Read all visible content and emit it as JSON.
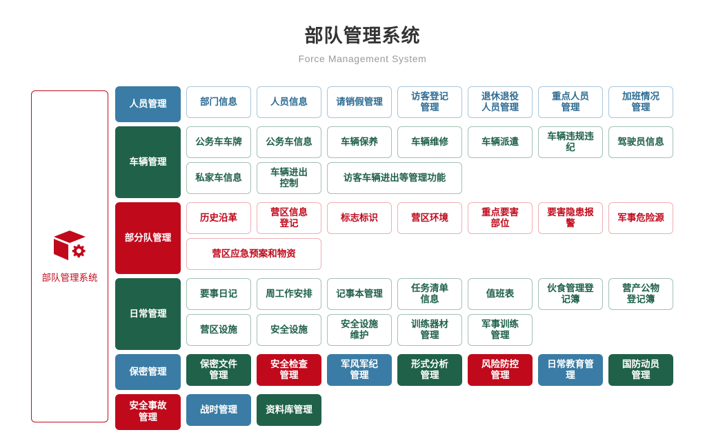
{
  "header": {
    "title": "部队管理系统",
    "subtitle": "Force Management System"
  },
  "sidebar": {
    "logo_icon": "cube-gear-icon",
    "label": "部队管理系统",
    "accent": "#c00a1c"
  },
  "palette": {
    "blue": "#3a7ca5",
    "green": "#20614a",
    "red": "#c00a1c",
    "blue_border": "#a9c4d8",
    "green_border": "#a3c0b4",
    "red_border": "#eeaeb4",
    "title": "#333333",
    "subtitle": "#9a9a9a"
  },
  "categories": [
    {
      "label": "人员管理",
      "style": "fill-blue",
      "items": [
        {
          "label": "部门信息",
          "style": "out-blue",
          "width": "w1"
        },
        {
          "label": "人员信息",
          "style": "out-blue",
          "width": "w1"
        },
        {
          "label": "请销假管理",
          "style": "out-blue",
          "width": "w1"
        },
        {
          "label": "访客登记\n管理",
          "style": "out-blue",
          "width": "w1"
        },
        {
          "label": "退休退役\n人员管理",
          "style": "out-blue",
          "width": "w1"
        },
        {
          "label": "重点人员\n管理",
          "style": "out-blue",
          "width": "w1"
        },
        {
          "label": "加班情况\n管理",
          "style": "out-blue",
          "width": "w1"
        }
      ]
    },
    {
      "label": "车辆管理",
      "style": "fill-green",
      "items": [
        {
          "label": "公务车车牌",
          "style": "out-green",
          "width": "w1"
        },
        {
          "label": "公务车信息",
          "style": "out-green",
          "width": "w1"
        },
        {
          "label": "车辆保养",
          "style": "out-green",
          "width": "w1"
        },
        {
          "label": "车辆维修",
          "style": "out-green",
          "width": "w1"
        },
        {
          "label": "车辆派遣",
          "style": "out-green",
          "width": "w1"
        },
        {
          "label": "车辆违规违纪",
          "style": "out-green",
          "width": "w1"
        },
        {
          "label": "驾驶员信息",
          "style": "out-green",
          "width": "w1"
        },
        {
          "label": "私家车信息",
          "style": "out-green",
          "width": "w1"
        },
        {
          "label": "车辆进出\n控制",
          "style": "out-green",
          "width": "w1"
        },
        {
          "label": "访客车辆进出等管理功能",
          "style": "out-green",
          "width": "w2"
        }
      ]
    },
    {
      "label": "部分队管理",
      "style": "fill-red",
      "items": [
        {
          "label": "历史沿革",
          "style": "out-red",
          "width": "w1"
        },
        {
          "label": "营区信息\n登记",
          "style": "out-red",
          "width": "w1"
        },
        {
          "label": "标志标识",
          "style": "out-red",
          "width": "w1"
        },
        {
          "label": "营区环境",
          "style": "out-red",
          "width": "w1"
        },
        {
          "label": "重点要害\n部位",
          "style": "out-red",
          "width": "w1"
        },
        {
          "label": "要害隐患报警",
          "style": "out-red",
          "width": "w1"
        },
        {
          "label": "军事危险源",
          "style": "out-red",
          "width": "w1"
        },
        {
          "label": "营区应急预案和物资",
          "style": "out-red",
          "width": "w2"
        }
      ]
    },
    {
      "label": "日常管理",
      "style": "fill-green",
      "items": [
        {
          "label": "要事日记",
          "style": "out-green",
          "width": "w1"
        },
        {
          "label": "周工作安排",
          "style": "out-green",
          "width": "w1"
        },
        {
          "label": "记事本管理",
          "style": "out-green",
          "width": "w1"
        },
        {
          "label": "任务清单\n信息",
          "style": "out-green",
          "width": "w1"
        },
        {
          "label": "值班表",
          "style": "out-green",
          "width": "w1"
        },
        {
          "label": "伙食管理登记簿",
          "style": "out-green",
          "width": "w1"
        },
        {
          "label": "营产公物\n登记簿",
          "style": "out-green",
          "width": "w1"
        },
        {
          "label": "营区设施",
          "style": "out-green",
          "width": "w1"
        },
        {
          "label": "安全设施",
          "style": "out-green",
          "width": "w1"
        },
        {
          "label": "安全设施\n维护",
          "style": "out-green",
          "width": "w1"
        },
        {
          "label": "训练器材\n管理",
          "style": "out-green",
          "width": "w1"
        },
        {
          "label": "军事训练\n管理",
          "style": "out-green",
          "width": "w1"
        }
      ]
    },
    {
      "label": "保密管理",
      "style": "fill-blue",
      "items": [
        {
          "label": "保密文件\n管理",
          "style": "fill-green",
          "width": "w1"
        },
        {
          "label": "安全检查\n管理",
          "style": "fill-red",
          "width": "w1"
        },
        {
          "label": "军风军纪\n管理",
          "style": "fill-blue",
          "width": "w1"
        },
        {
          "label": "形式分析\n管理",
          "style": "fill-green",
          "width": "w1"
        },
        {
          "label": "风险防控\n管理",
          "style": "fill-red",
          "width": "w1"
        },
        {
          "label": "日常教育管理",
          "style": "fill-blue",
          "width": "w1"
        },
        {
          "label": "国防动员\n管理",
          "style": "fill-green",
          "width": "w1"
        }
      ]
    },
    {
      "label": "安全事故\n管理",
      "style": "fill-red",
      "items": [
        {
          "label": "战时管理",
          "style": "fill-blue",
          "width": "w1"
        },
        {
          "label": "资料库管理",
          "style": "fill-green",
          "width": "w1"
        }
      ]
    }
  ]
}
